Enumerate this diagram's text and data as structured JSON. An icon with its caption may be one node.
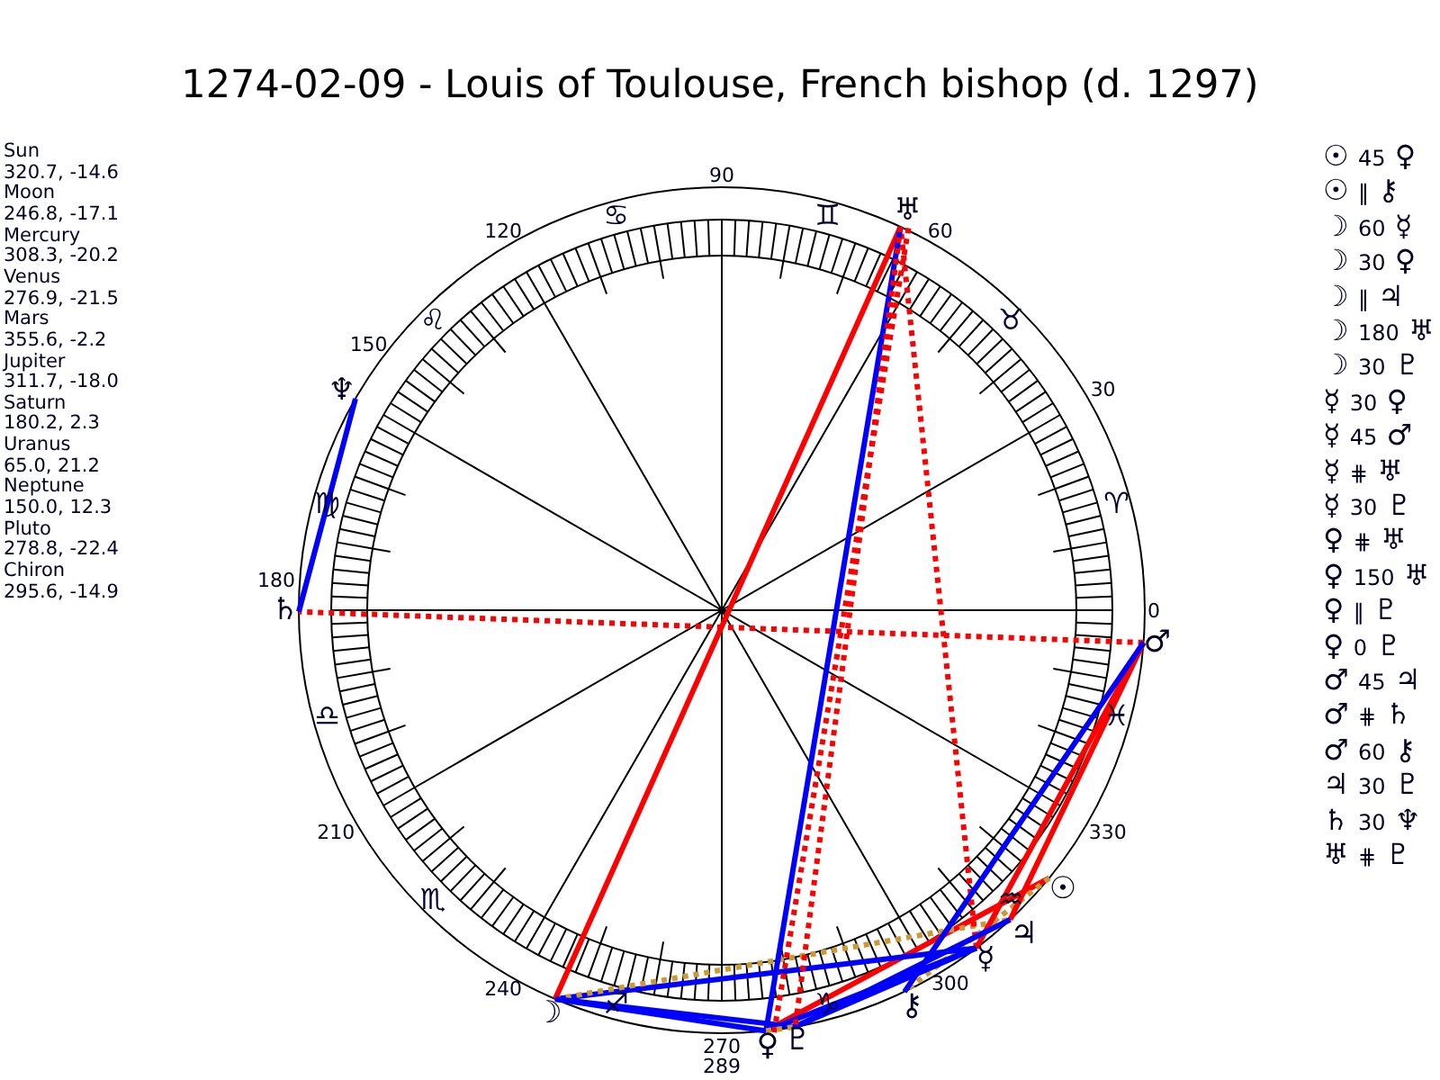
{
  "diagram": {
    "title": "1274-02-09 - Louis of Toulouse, French bishop (d. 1297)",
    "nodes": [
      {
        "text": [
          "☉"
        ]
      },
      {
        "text": [
          "☽"
        ]
      },
      {
        "text": [
          "☿"
        ]
      },
      {
        "text": [
          "♀"
        ]
      },
      {
        "text": [
          "♂"
        ]
      },
      {
        "text": [
          "♃"
        ]
      },
      {
        "text": [
          "♄"
        ]
      },
      {
        "text": [
          "♅"
        ]
      },
      {
        "text": [
          "♆"
        ]
      },
      {
        "text": [
          "♇"
        ]
      },
      {
        "text": [
          "⚷"
        ]
      }
    ],
    "edges": [
      {
        "from": 0,
        "to": 3,
        "arrow": "none",
        "color": "#ff0000"
      },
      {
        "from": 0,
        "to": 10,
        "arrow": "none",
        "style": "dashed",
        "color": "#cc9933"
      },
      {
        "from": 1,
        "to": 2,
        "arrow": "none",
        "color": "#0000ff"
      },
      {
        "from": 1,
        "to": 3,
        "arrow": "none",
        "color": "#0000ff"
      },
      {
        "from": 1,
        "to": 5,
        "arrow": "none",
        "style": "dashed",
        "color": "#cc9933"
      },
      {
        "from": 1,
        "to": 7,
        "arrow": "none",
        "color": "#ff0000"
      },
      {
        "from": 1,
        "to": 9,
        "arrow": "none",
        "color": "#0000ff"
      },
      {
        "from": 2,
        "to": 3,
        "arrow": "none",
        "color": "#0000ff"
      },
      {
        "from": 2,
        "to": 4,
        "arrow": "none",
        "color": "#ff0000"
      },
      {
        "from": 2,
        "to": 7,
        "arrow": "none",
        "style": "dashed",
        "color": "#ff0000"
      },
      {
        "from": 2,
        "to": 9,
        "arrow": "none",
        "color": "#0000ff"
      },
      {
        "from": 3,
        "to": 7,
        "arrow": "none",
        "color": "#0000ff"
      },
      {
        "from": 3,
        "to": 7,
        "arrow": "none",
        "style": "dashed",
        "color": "#ff0000"
      },
      {
        "from": 3,
        "to": 9,
        "arrow": "none",
        "style": "dashed",
        "color": "#cc9933"
      },
      {
        "from": 4,
        "to": 5,
        "arrow": "none",
        "color": "#ff0000"
      },
      {
        "from": 4,
        "to": 6,
        "arrow": "none",
        "style": "dashed",
        "color": "#ff0000"
      },
      {
        "from": 4,
        "to": 10,
        "arrow": "none",
        "color": "#0000ff"
      },
      {
        "from": 5,
        "to": 9,
        "arrow": "none",
        "color": "#0000ff"
      },
      {
        "from": 6,
        "to": 8,
        "arrow": "none",
        "color": "#0000ff"
      },
      {
        "from": 7,
        "to": 9,
        "arrow": "none",
        "style": "dashed",
        "color": "#ff0000"
      }
    ],
    "labels": [
      "Sun",
      "320.7, -14.6",
      "Moon",
      "246.8, -17.1",
      "Mercury",
      "308.3, -20.2",
      "Venus",
      "276.9, -21.5",
      "Mars",
      "355.6, -2.2",
      "Jupiter",
      "311.7, -18.0",
      "Saturn",
      "180.2, 2.3",
      "Uranus",
      "65.0, 21.2",
      "Neptune",
      "150.0, 12.3",
      "Pluto",
      "278.8, -22.4",
      "Chiron",
      "295.6, -14.9",
      "0",
      "30",
      "60",
      "90",
      "120",
      "150",
      "180",
      "210",
      "240",
      "270",
      "300",
      "330",
      "289",
      "♈",
      "♉",
      "♊",
      "♋",
      "♌",
      "♍",
      "♎",
      "♏",
      "♐",
      "♑",
      "♒",
      "♓",
      "☉ 45 ♀",
      "☉ ‖ ⚷",
      "☽ 60 ☿",
      "☽ 30 ♀",
      "☽ ‖ ♃",
      "☽ 180 ♅",
      "☽ 30 ♇",
      "☿ 30 ♀",
      "☿ 45 ♂",
      "☿ ⋕ ♅",
      "☿ 30 ♇",
      "♀ ⋕ ♅",
      "♀ 150 ♅",
      "♀ ‖ ♇",
      "♀ 0 ♇",
      "♂ 45 ♃",
      "♂ ⋕ ♄",
      "♂ 60 ⚷",
      "♃ 30 ♇",
      "♄ 30 ♆",
      "♅ ⋕ ♇"
    ]
  }
}
